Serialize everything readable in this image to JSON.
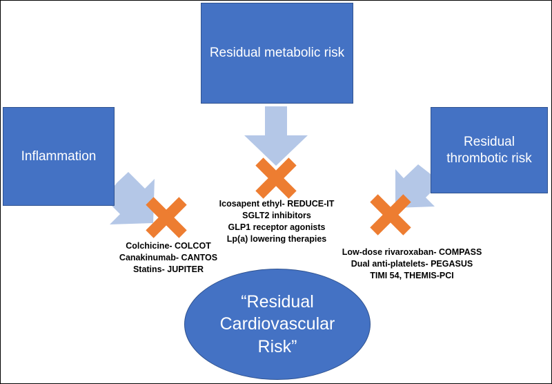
{
  "colors": {
    "box_fill": "#4472c4",
    "arrow_fill": "#b4c7e7",
    "cross_fill": "#ed7d31"
  },
  "boxes": {
    "metabolic": "Residual metabolic risk",
    "inflammation": "Inflammation",
    "thrombotic": [
      "Residual",
      "thrombotic risk"
    ]
  },
  "center": {
    "lines": [
      "“Residual",
      "Cardiovascular",
      "Risk”"
    ]
  },
  "therapies": {
    "inflammation": [
      "Colchicine- COLCOT",
      "Canakinumab- CANTOS",
      "Statins- JUPITER"
    ],
    "metabolic": [
      "Icosapent ethyl- REDUCE-IT",
      "SGLT2 inhibitors",
      "GLP1 receptor agonists",
      "Lp(a) lowering therapies"
    ],
    "thrombotic": [
      "Low-dose rivaroxaban- COMPASS",
      "Dual anti-platelets- PEGASUS",
      "TIMI 54, THEMIS-PCI"
    ]
  },
  "icons": [
    "down-arrow-icon",
    "diagonal-arrow-icon",
    "cross-icon"
  ]
}
